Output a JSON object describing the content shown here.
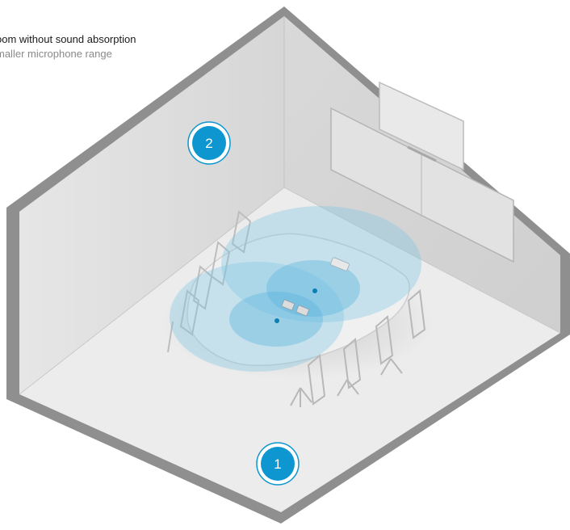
{
  "caption": {
    "title": "oom without sound absorption",
    "subtitle": "maller microphone range"
  },
  "markers": [
    {
      "label": "1"
    },
    {
      "label": "2"
    }
  ],
  "colors": {
    "accent": "#0d96d0",
    "coverage": "#7cc6e6",
    "wall_outer": "#9a9a9a",
    "wall_face": "#dcdcdc",
    "floor": "#ececec"
  }
}
